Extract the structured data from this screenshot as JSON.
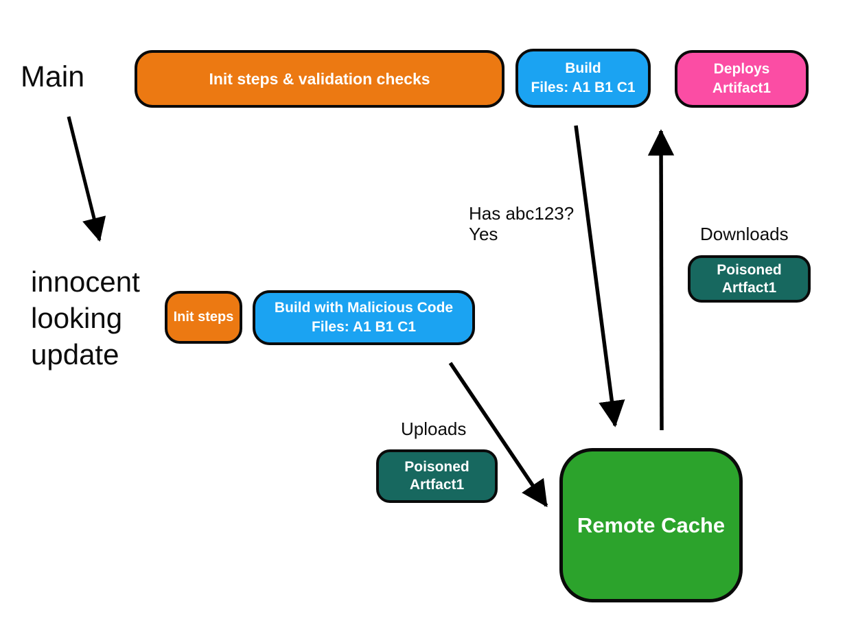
{
  "colors": {
    "orange": "#EC7912",
    "blue": "#1BA3F2",
    "pink": "#FB4DA4",
    "teal": "#17685F",
    "green": "#2CA32C",
    "arrow": "#000000",
    "node_text": "#FFFFFF",
    "annotation_text": "#0C0C0C",
    "background": "#FFFFFF"
  },
  "annotations": {
    "main": "Main",
    "innocent_update": "innocent\nlooking\nupdate",
    "has_hash": "Has abc123?\nYes",
    "downloads": "Downloads",
    "uploads": "Uploads"
  },
  "nodes": {
    "init_validation": {
      "label": "Init steps & validation checks"
    },
    "build": {
      "label": "Build\nFiles: A1 B1 C1"
    },
    "deploys": {
      "label": "Deploys\nArtifact1"
    },
    "init_steps": {
      "label": "Init steps"
    },
    "build_malicious": {
      "label": "Build with Malicious Code\nFiles: A1 B1 C1"
    },
    "poisoned_download": {
      "label": "Poisoned\nArtfact1"
    },
    "poisoned_upload": {
      "label": "Poisoned\nArtfact1"
    },
    "remote_cache": {
      "label": "Remote Cache"
    }
  }
}
